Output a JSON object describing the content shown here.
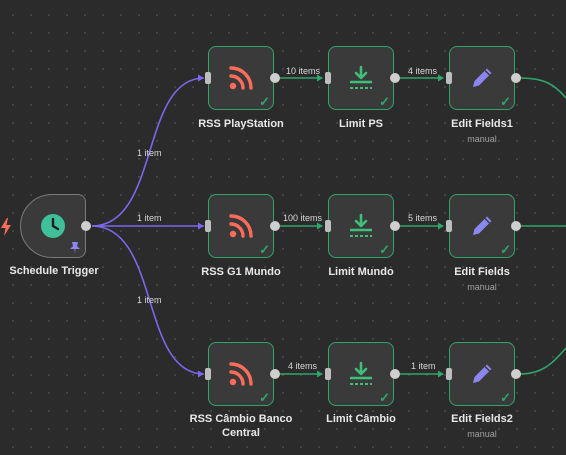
{
  "trigger": {
    "label": "Schedule Trigger",
    "icon": "clock-icon"
  },
  "nodes": {
    "rss_playstation": {
      "label": "RSS PlayStation",
      "icon": "rss-icon"
    },
    "limit_ps": {
      "label": "Limit PS",
      "icon": "limit-icon"
    },
    "edit_fields1": {
      "label": "Edit Fields1",
      "sub": "manual",
      "icon": "pencil-icon"
    },
    "rss_g1": {
      "label": "RSS G1 Mundo",
      "icon": "rss-icon"
    },
    "limit_mundo": {
      "label": "Limit Mundo",
      "icon": "limit-icon"
    },
    "edit_fields": {
      "label": "Edit Fields",
      "sub": "manual",
      "icon": "pencil-icon"
    },
    "rss_cambio_line1": {
      "label": "RSS Câmbio Banco",
      "icon": "rss-icon"
    },
    "rss_cambio_line2": {
      "label": "Central"
    },
    "limit_cambio": {
      "label": "Limit Câmbio",
      "icon": "limit-icon"
    },
    "edit_fields2": {
      "label": "Edit Fields2",
      "sub": "manual",
      "icon": "pencil-icon"
    }
  },
  "edges": {
    "trigger_to_rss_ps": "1 item",
    "trigger_to_rss_g1": "1 item",
    "trigger_to_rss_cambio": "1 item",
    "rss_ps_to_limit": "10 items",
    "limit_ps_to_edit": "4 items",
    "rss_g1_to_limit": "100 items",
    "limit_mundo_to_edit": "5 items",
    "rss_cambio_to_limit": "4 items",
    "limit_cambio_to_edit": "1 item"
  },
  "colors": {
    "background": "#2b2b2b",
    "node_border_success": "#2fa56b",
    "edge_trigger": "#7b68ee",
    "rss_icon": "#ff6d5a",
    "limit_icon": "#3fbf78",
    "pencil_icon": "#8b86f0",
    "clock_icon": "#3fbf9a"
  }
}
